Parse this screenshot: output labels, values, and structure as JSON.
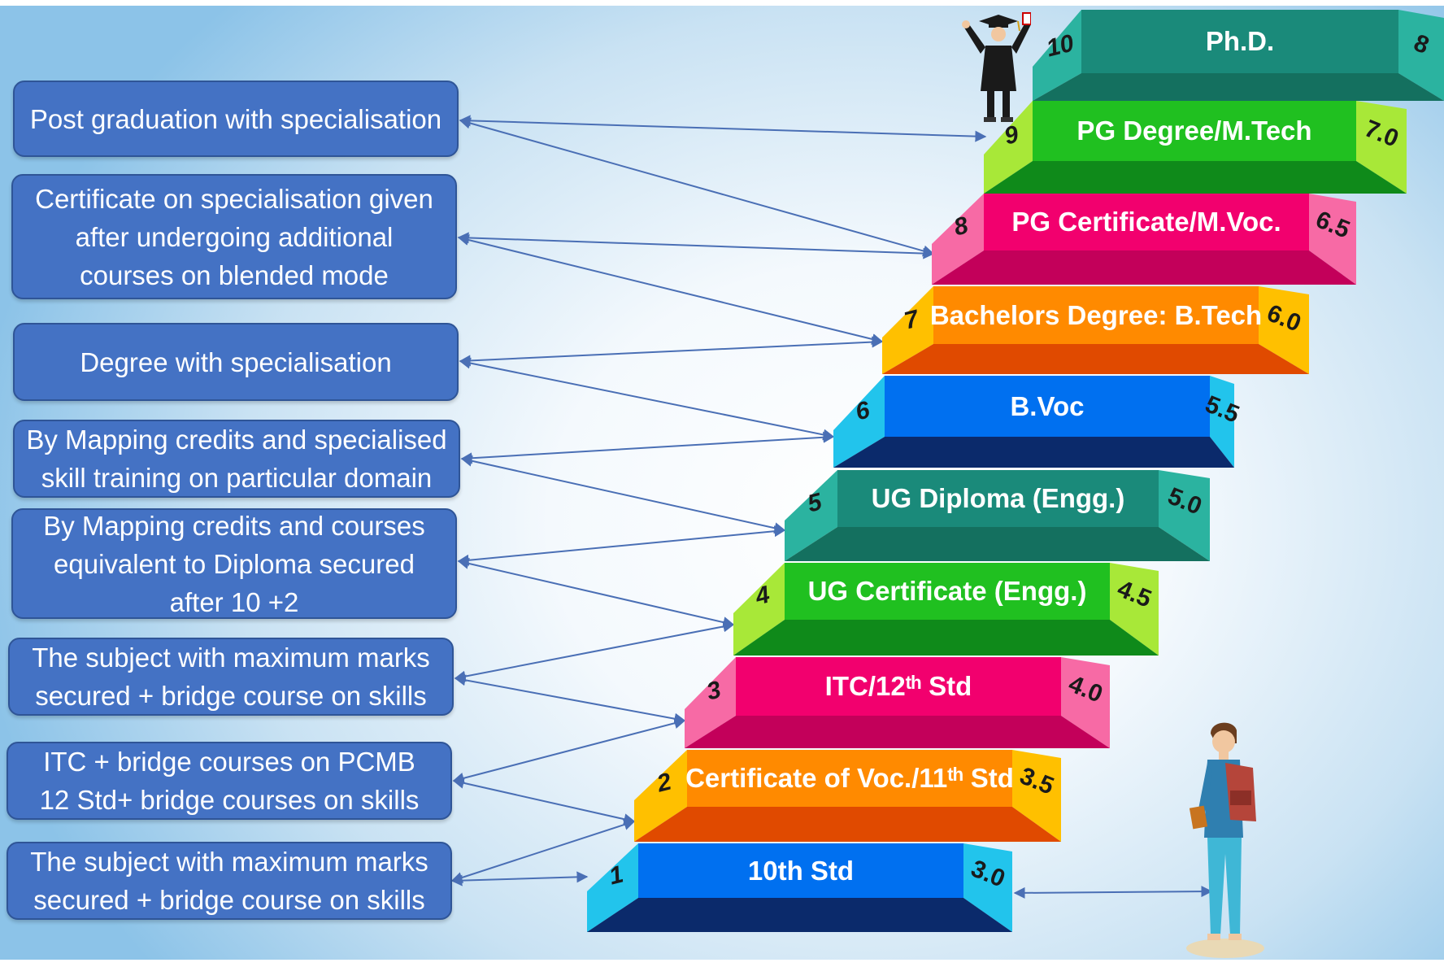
{
  "descriptions": [
    {
      "text": "Post graduation with specialisation"
    },
    {
      "text": "Certificate on specialisation given\nafter undergoing additional\ncourses on blended mode"
    },
    {
      "text": "Degree with specialisation"
    },
    {
      "text": "By Mapping credits and specialised\nskill training on particular domain"
    },
    {
      "text": "By Mapping credits and courses\nequivalent to Diploma secured\nafter 10 +2"
    },
    {
      "text": "The subject with maximum marks\nsecured + bridge course on skills"
    },
    {
      "text": "ITC + bridge courses on PCMB\n12 Std+ bridge courses on skills"
    },
    {
      "text": "The subject with maximum marks\nsecured + bridge course on skills"
    }
  ],
  "steps": [
    {
      "number": "1",
      "label": "10th Std",
      "level": "3.0",
      "color": "#0070f0"
    },
    {
      "number": "2",
      "label": "Certificate of Voc./11ᵗʰ Std",
      "level": "3.5",
      "color": "#ff8a00"
    },
    {
      "number": "3",
      "label": "ITC/12ᵗʰ Std",
      "level": "4.0",
      "color": "#f2006e"
    },
    {
      "number": "4",
      "label": "UG Certificate (Engg.)",
      "level": "4.5",
      "color": "#20c020"
    },
    {
      "number": "5",
      "label": "UG Diploma (Engg.)",
      "level": "5.0",
      "color": "#1a8a7a"
    },
    {
      "number": "6",
      "label": "B.Voc",
      "level": "5.5",
      "color": "#0070f0"
    },
    {
      "number": "7",
      "label": "Bachelors Degree: B.Tech",
      "level": "6.0",
      "color": "#ff8a00"
    },
    {
      "number": "8",
      "label": "PG Certificate/M.Voc.",
      "level": "6.5",
      "color": "#f2006e"
    },
    {
      "number": "9",
      "label": "PG Degree/M.Tech",
      "level": "7.0",
      "color": "#20c020"
    },
    {
      "number": "10",
      "label": "Ph.D.",
      "level": "8",
      "color": "#1a8a7a"
    }
  ],
  "side_colors": [
    "#22c4ec",
    "#ffc000",
    "#f76aa5",
    "#a8e838",
    "#2bb3a0",
    "#22c4ec",
    "#ffc000",
    "#f76aa5",
    "#a8e838",
    "#2bb3a0"
  ],
  "bottom_colors": [
    "#0b2a6b",
    "#e04a00",
    "#c3005a",
    "#0f8a1a",
    "#14705f",
    "#0b2a6b",
    "#e04a00",
    "#c3005a",
    "#0f8a1a",
    "#14705f"
  ],
  "icons": {
    "graduate": "graduate-icon",
    "student": "student-icon"
  }
}
